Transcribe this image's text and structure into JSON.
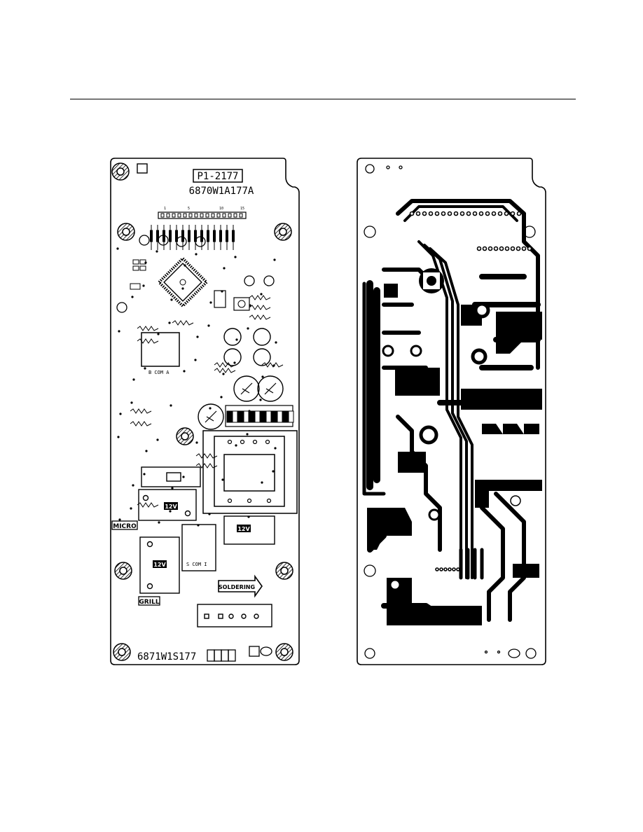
{
  "component_side": {
    "board_title": "P1-2177",
    "board_part_number": "6870W1A177A",
    "bottom_part_number": "6871W1S177",
    "labels": {
      "micro": "MICRO",
      "grill": "GRILL",
      "soldering": "SOLDERING",
      "relay_rating": "12V",
      "b_com_a": "B COM A",
      "s_com": "S  COM  I"
    },
    "connector_pins": [
      "1",
      "5",
      "10",
      "15"
    ]
  },
  "solder_side": {}
}
